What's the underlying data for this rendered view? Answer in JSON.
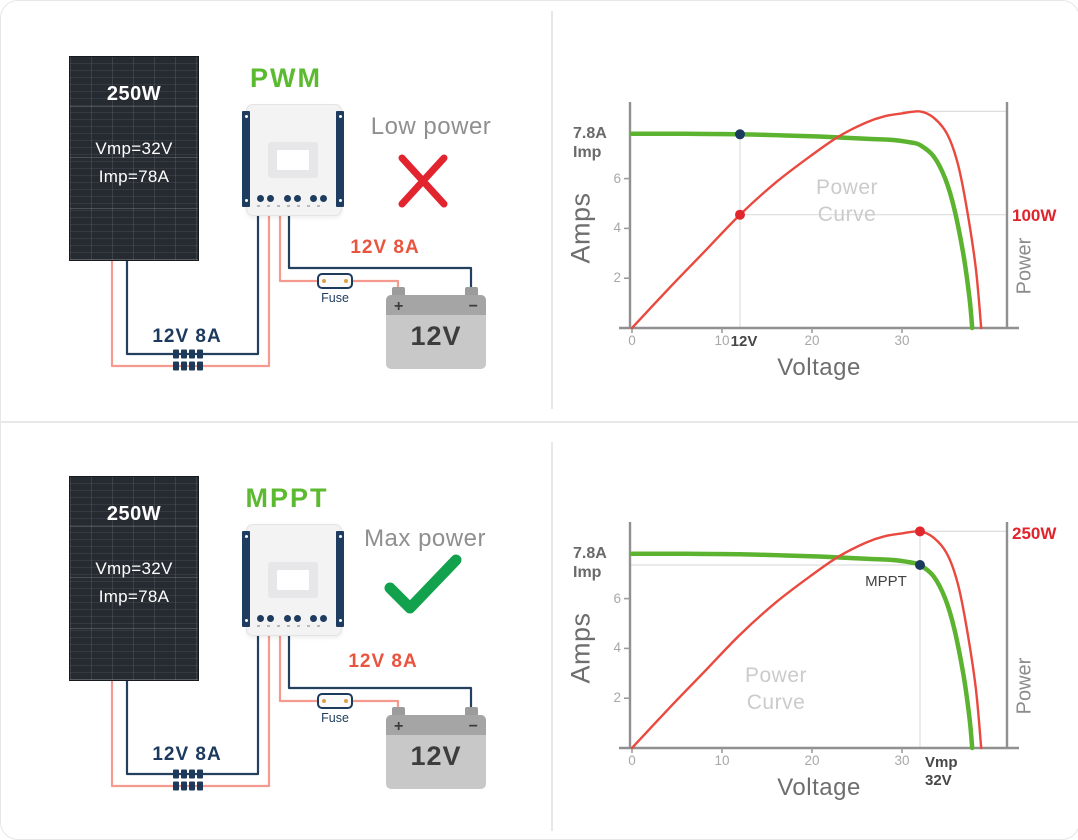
{
  "colors": {
    "title_green": "#5cba31",
    "check_green": "#12a14c",
    "cross_red": "#e2242f",
    "curve_green": "#5cb32f",
    "curve_red": "#e9493e",
    "navy": "#1c3a5e",
    "wire_salmon": "#f49a8f",
    "label_red": "#e9543f",
    "gray_text": "#8f8f8f",
    "power_value_red": "#e0242c"
  },
  "sections": {
    "pwm": {
      "title": "PWM",
      "verdict": "Low power",
      "panel": {
        "power": "250W",
        "vmp": "Vmp=32V",
        "imp": "Imp=78A"
      },
      "pv_wire_label": "12V 8A",
      "battery_wire_label": "12V 8A",
      "fuse_label": "Fuse",
      "battery": {
        "label": "12V",
        "plus": "+",
        "minus": "−"
      }
    },
    "mppt": {
      "title": "MPPT",
      "verdict": "Max power",
      "panel": {
        "power": "250W",
        "vmp": "Vmp=32V",
        "imp": "Imp=78A"
      },
      "pv_wire_label": "12V 8A",
      "battery_wire_label": "12V 8A",
      "fuse_label": "Fuse",
      "battery": {
        "label": "12V",
        "plus": "+",
        "minus": "−"
      }
    }
  },
  "chart_data": [
    {
      "type": "line",
      "xlabel": "Voltage",
      "ylabel": "Amps",
      "y2label": "Power",
      "x_ticks": [
        "0",
        "10",
        "20",
        "30"
      ],
      "x_tick_vals": [
        0,
        10,
        20,
        30
      ],
      "y_ticks": [
        "2",
        "4",
        "6"
      ],
      "y_tick_vals": [
        2,
        4,
        6
      ],
      "xlim": [
        0,
        41.7
      ],
      "ylim": [
        0,
        9.1
      ],
      "grid": false,
      "imp_label_line1": "7.8A",
      "imp_label_line2": "Imp",
      "curve_label_line1": "Power",
      "curve_label_line2": "Curve",
      "special_tick": "12V",
      "power_value": "100W",
      "series": [
        {
          "name": "iv-curve",
          "color": "#5cb32f",
          "width": 4.5,
          "points": [
            [
              0,
              7.8
            ],
            [
              6,
              7.8
            ],
            [
              12,
              7.78
            ],
            [
              18,
              7.72
            ],
            [
              22,
              7.67
            ],
            [
              26,
              7.6
            ],
            [
              29,
              7.55
            ],
            [
              31,
              7.45
            ],
            [
              32,
              7.35
            ],
            [
              33.5,
              6.9
            ],
            [
              34.8,
              6.0
            ],
            [
              35.8,
              4.8
            ],
            [
              36.8,
              3.0
            ],
            [
              37.5,
              1.2
            ],
            [
              37.8,
              0
            ]
          ]
        },
        {
          "name": "power-curve",
          "color": "#e9493e",
          "width": 2.4,
          "points": [
            [
              0,
              0
            ],
            [
              4,
              1.55
            ],
            [
              8,
              3.05
            ],
            [
              12,
              4.55
            ],
            [
              16,
              5.85
            ],
            [
              20,
              6.95
            ],
            [
              23,
              7.7
            ],
            [
              26,
              8.25
            ],
            [
              28,
              8.5
            ],
            [
              30,
              8.62
            ],
            [
              32,
              8.7
            ],
            [
              33.5,
              8.45
            ],
            [
              35,
              7.8
            ],
            [
              36.2,
              6.6
            ],
            [
              37.2,
              4.8
            ],
            [
              38.2,
              2.4
            ],
            [
              38.8,
              0
            ]
          ]
        }
      ],
      "markers": [
        {
          "name": "iv-point-12v",
          "color": "#1c3a5e",
          "x": 12,
          "y": 7.78
        },
        {
          "name": "power-point-12v",
          "color": "#e2262e",
          "x": 12,
          "y": 4.55
        }
      ],
      "guides": [
        {
          "dir": "v",
          "x": 12,
          "y1": 7.78,
          "y2": 0
        },
        {
          "dir": "h",
          "y": 4.55,
          "x1": 12,
          "x2": "right"
        },
        {
          "dir": "h",
          "y": 8.7,
          "x1": 30,
          "x2": "right"
        }
      ]
    },
    {
      "type": "line",
      "xlabel": "Voltage",
      "ylabel": "Amps",
      "y2label": "Power",
      "x_ticks": [
        "0",
        "10",
        "20",
        "30"
      ],
      "x_tick_vals": [
        0,
        10,
        20,
        30
      ],
      "y_ticks": [
        "2",
        "4",
        "6"
      ],
      "y_tick_vals": [
        2,
        4,
        6
      ],
      "xlim": [
        0,
        41.7
      ],
      "ylim": [
        0,
        9.1
      ],
      "grid": false,
      "imp_label_line1": "7.8A",
      "imp_label_line2": "Imp",
      "curve_label_line1": "Power",
      "curve_label_line2": "Curve",
      "special_tick_line1": "Vmp",
      "special_tick_line2": "32V",
      "point_label": "MPPT",
      "power_value": "250W",
      "series": [
        {
          "name": "iv-curve",
          "color": "#5cb32f",
          "width": 4.5,
          "points": [
            [
              0,
              7.8
            ],
            [
              6,
              7.8
            ],
            [
              12,
              7.78
            ],
            [
              18,
              7.72
            ],
            [
              22,
              7.67
            ],
            [
              26,
              7.6
            ],
            [
              29,
              7.55
            ],
            [
              31,
              7.45
            ],
            [
              32,
              7.35
            ],
            [
              33.5,
              6.9
            ],
            [
              34.8,
              6.0
            ],
            [
              35.8,
              4.8
            ],
            [
              36.8,
              3.0
            ],
            [
              37.5,
              1.2
            ],
            [
              37.8,
              0
            ]
          ]
        },
        {
          "name": "power-curve",
          "color": "#e9493e",
          "width": 2.4,
          "points": [
            [
              0,
              0
            ],
            [
              4,
              1.55
            ],
            [
              8,
              3.05
            ],
            [
              12,
              4.55
            ],
            [
              16,
              5.85
            ],
            [
              20,
              6.95
            ],
            [
              23,
              7.7
            ],
            [
              26,
              8.25
            ],
            [
              28,
              8.5
            ],
            [
              30,
              8.62
            ],
            [
              32,
              8.7
            ],
            [
              33.5,
              8.45
            ],
            [
              35,
              7.8
            ],
            [
              36.2,
              6.6
            ],
            [
              37.2,
              4.8
            ],
            [
              38.2,
              2.4
            ],
            [
              38.8,
              0
            ]
          ]
        }
      ],
      "markers": [
        {
          "name": "power-point-mpp",
          "color": "#e2262e",
          "x": 32,
          "y": 8.7
        },
        {
          "name": "iv-point-vmp",
          "color": "#1c3a5e",
          "x": 32,
          "y": 7.35
        }
      ],
      "guides": [
        {
          "dir": "v",
          "x": 32,
          "y1": 8.7,
          "y2": 0
        },
        {
          "dir": "h",
          "y": 7.35,
          "x1": "left",
          "x2": 32
        },
        {
          "dir": "h",
          "y": 8.7,
          "x1": 32,
          "x2": "right"
        }
      ]
    }
  ]
}
